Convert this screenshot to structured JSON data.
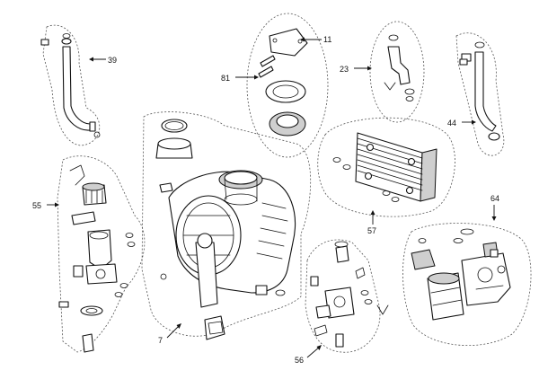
{
  "callouts": {
    "c11": "11",
    "c39": "39",
    "c81": "81",
    "c23": "23",
    "c44": "44",
    "c55": "55",
    "c57": "57",
    "c64": "64",
    "c7": "7",
    "c56": "56"
  }
}
